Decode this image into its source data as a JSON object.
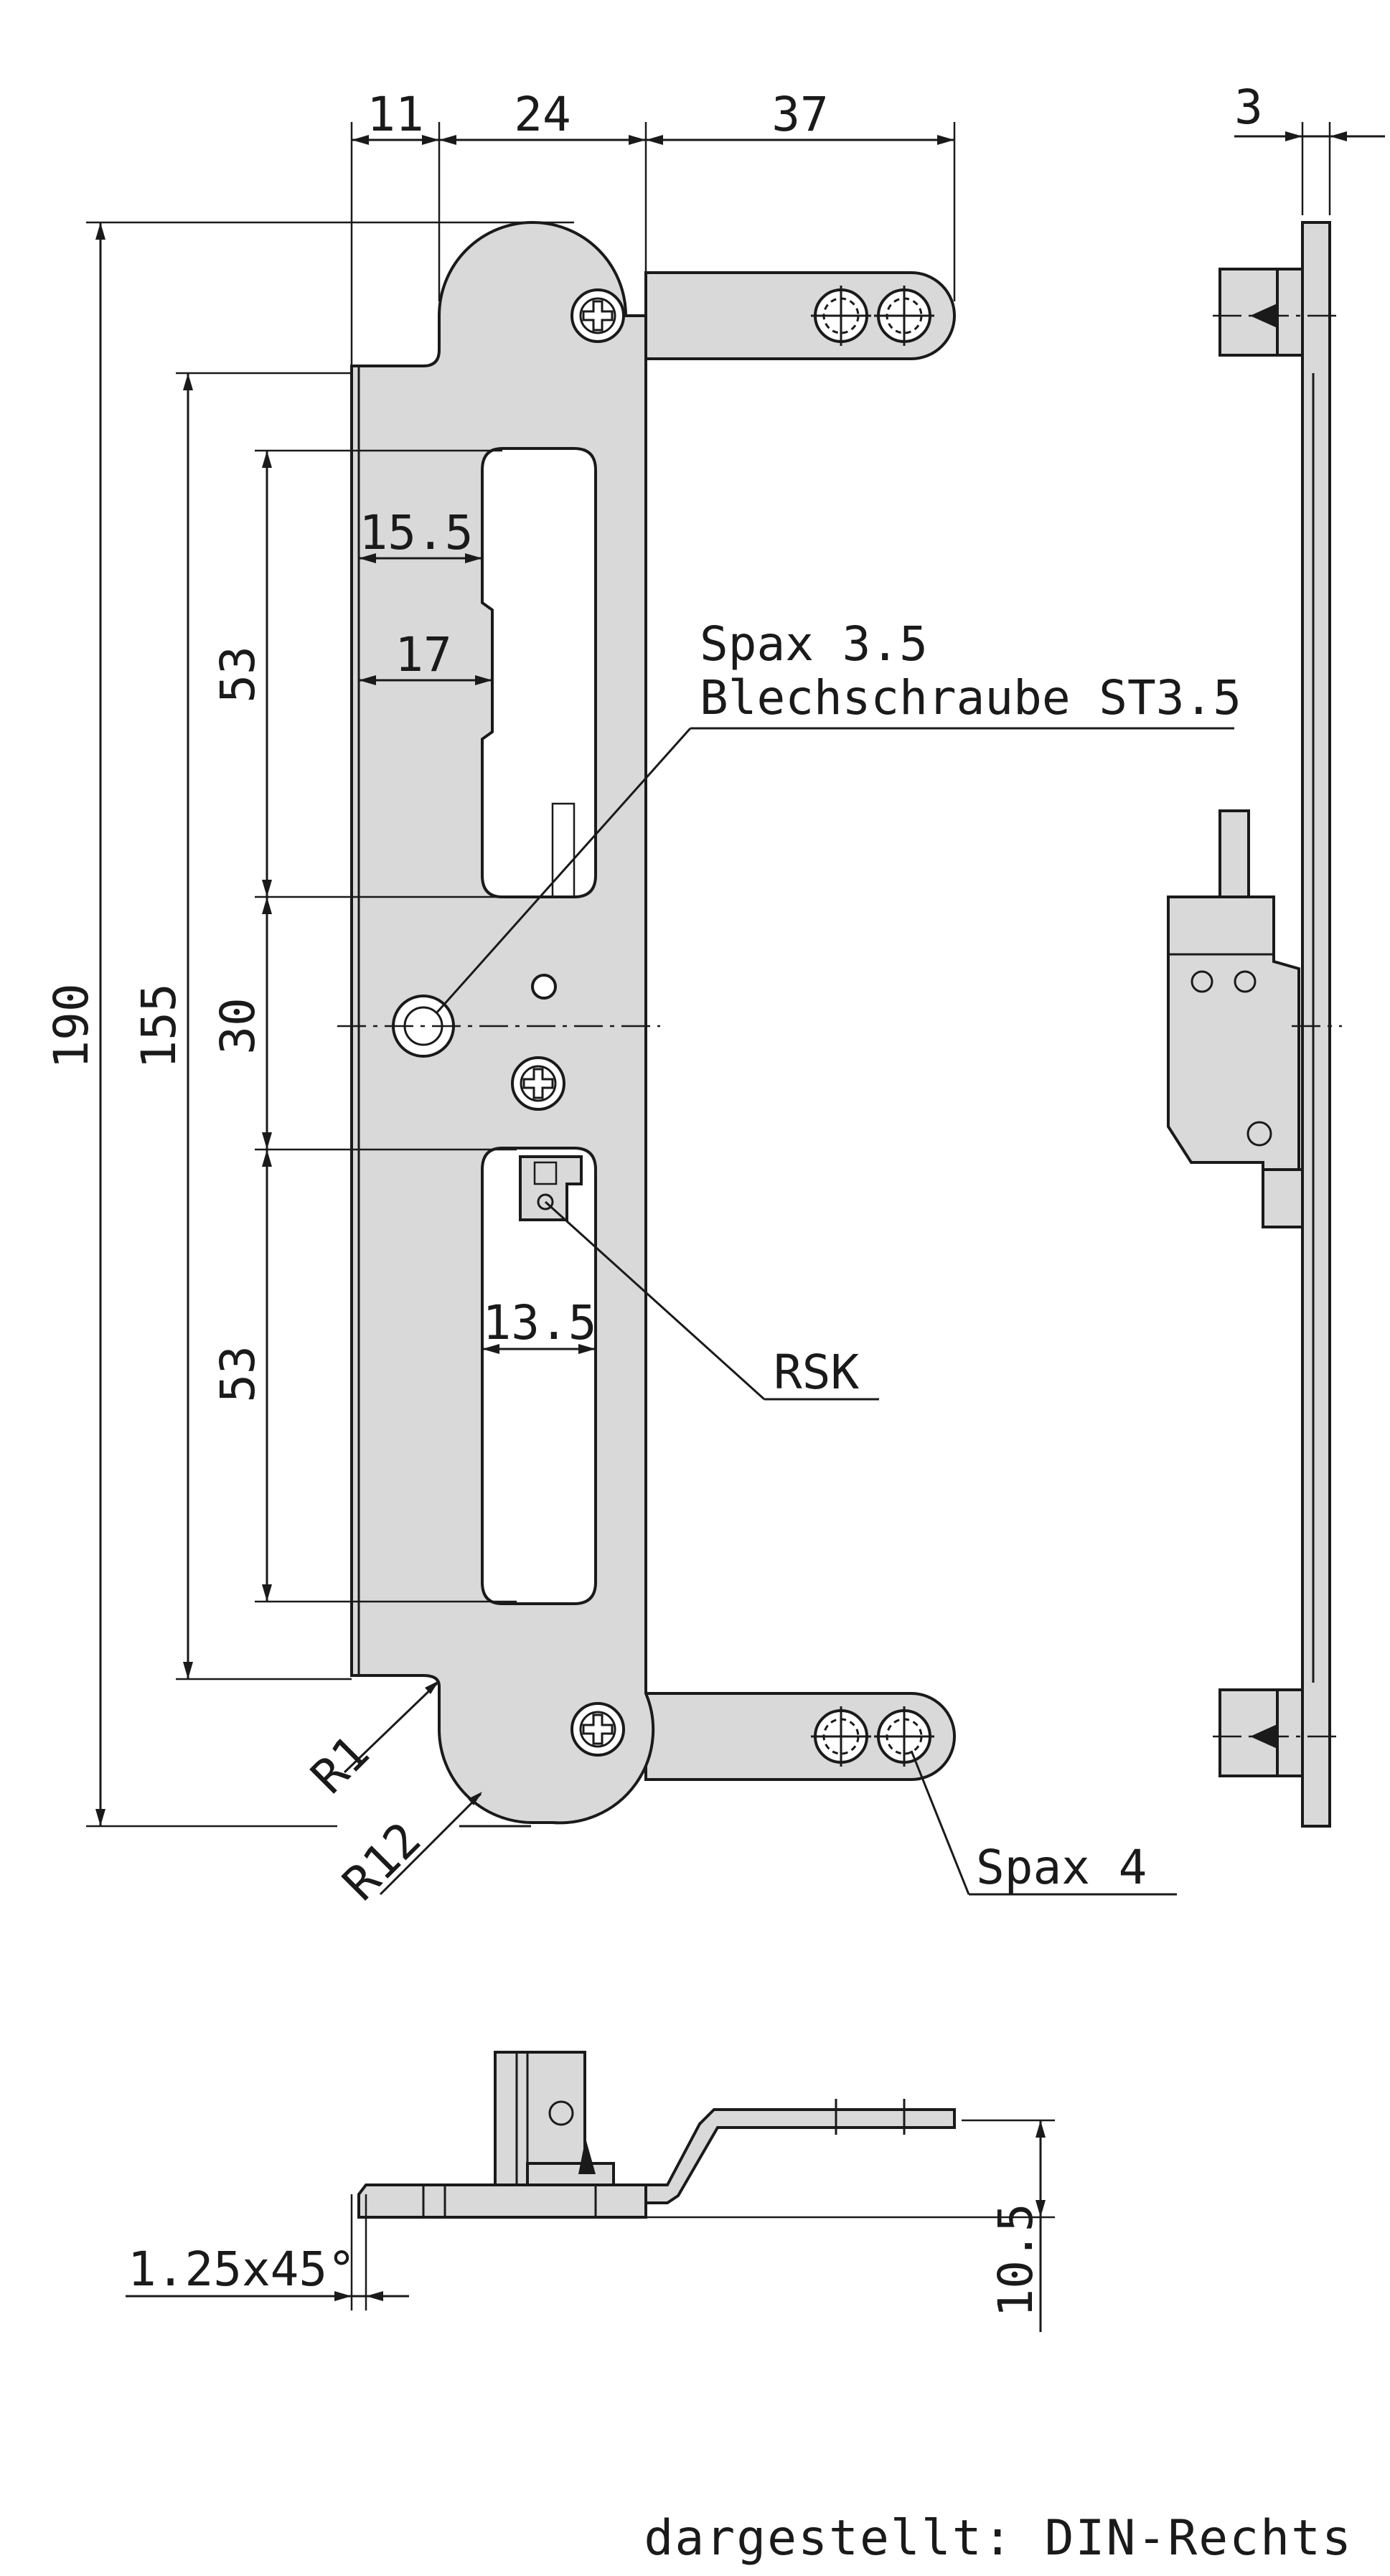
{
  "dimensions": {
    "top_11": "11",
    "top_24": "24",
    "top_37": "37",
    "side_3": "3",
    "overall_190": "190",
    "pitch_155": "155",
    "slot_upper_53": "53",
    "middle_30": "30",
    "slot_lower_53": "53",
    "width_15_5": "15.5",
    "width_17": "17",
    "width_13_5": "13.5",
    "radius_r1": "R1",
    "radius_r12": "R12",
    "chamfer": "1.25x45°",
    "height_10_5": "10.5"
  },
  "callouts": {
    "screw_line1": "Spax 3.5",
    "screw_line2": "Blechschraube ST3.5",
    "rsk": "RSK",
    "spax4": "Spax 4"
  },
  "caption": "dargestellt: DIN-Rechts",
  "colors": {
    "part_fill": "#d9d9d9",
    "line": "#1a1a1a",
    "background": "#ffffff"
  }
}
